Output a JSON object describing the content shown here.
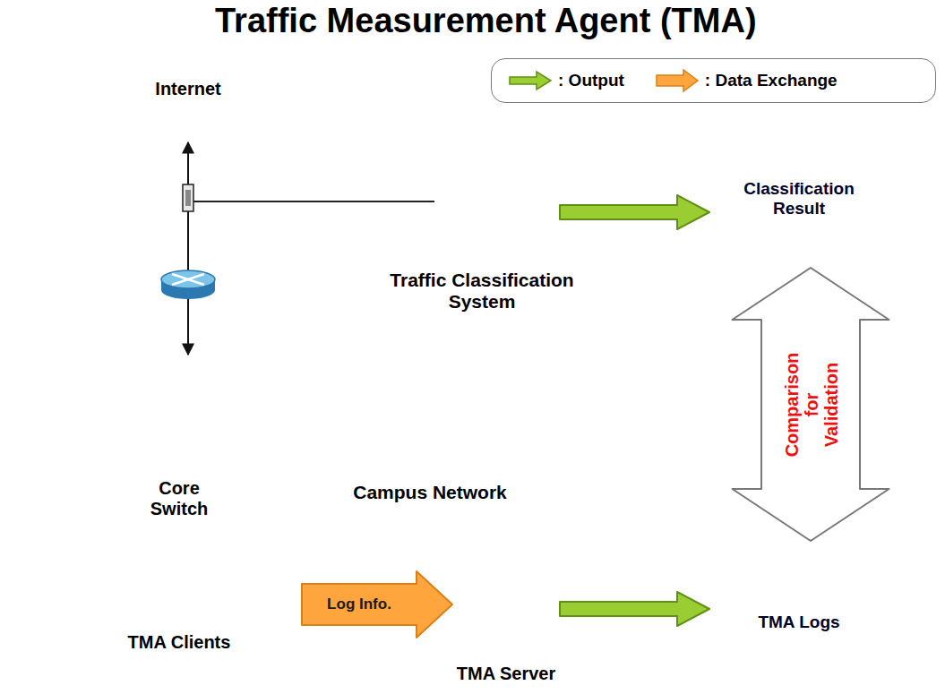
{
  "diagram": {
    "title": "Traffic Measurement Agent (TMA)",
    "nodes": [
      {
        "text": [
          "Internet"
        ]
      },
      {
        "text": [
          "Traffic Classification System"
        ]
      },
      {
        "text": [
          "Classification Result"
        ]
      },
      {
        "text": [
          "Campus Network"
        ]
      },
      {
        "text": [
          "Core Switch"
        ],
        "in": 3
      },
      {
        "text": [
          "TMA Clients"
        ],
        "in": 3
      },
      {
        "text": [
          "TMA Server"
        ],
        "in": 3
      },
      {
        "text": [
          "TMA Logs"
        ]
      }
    ],
    "edges": [
      {
        "from": 0,
        "to": 4,
        "arrow": "both"
      },
      {
        "from": 1,
        "to": 2,
        "arrow": "to"
      },
      {
        "from": 2,
        "to": 7,
        "label": "Comparison for Validation",
        "arrow": "both"
      },
      {
        "from": 5,
        "to": 6,
        "label": "Log Info.",
        "arrow": "to"
      },
      {
        "from": 6,
        "to": 7,
        "arrow": "to"
      }
    ],
    "legend": [
      {
        "text": ": Output"
      },
      {
        "text": ": Data Exchange"
      }
    ]
  }
}
